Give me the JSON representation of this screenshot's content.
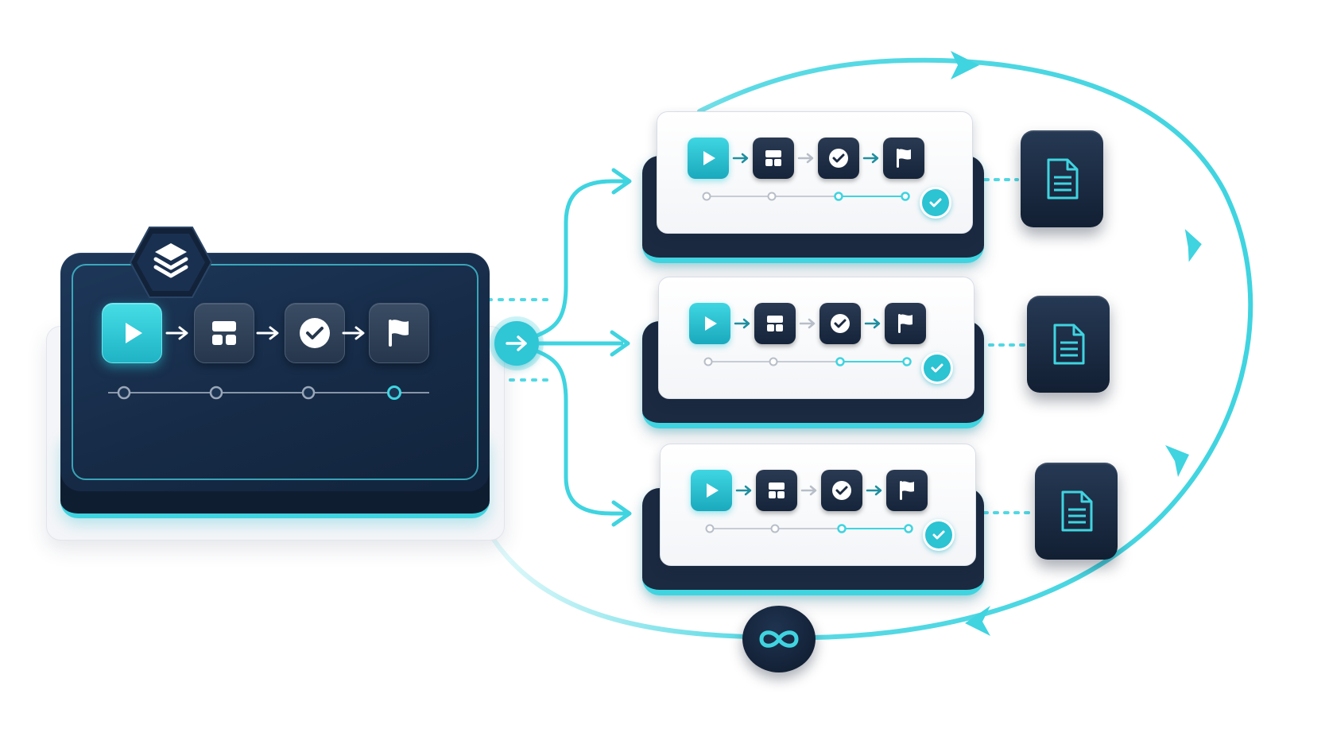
{
  "colors": {
    "accent": "#3fd4e0",
    "accent_dark": "#1aa9bd",
    "navy": "#12243d",
    "card_light": "#ffffff",
    "connector_grey": "#b8bec8"
  },
  "template": {
    "badge_icon": "stacked-layers-icon",
    "steps": [
      {
        "icon": "play-icon",
        "state": "active"
      },
      {
        "icon": "grid-icon",
        "state": "idle"
      },
      {
        "icon": "check-circle-icon",
        "state": "idle"
      },
      {
        "icon": "flag-icon",
        "state": "idle"
      }
    ],
    "progress_nodes": 4,
    "current_node": 4
  },
  "fork": {
    "icon": "arrow-right-icon",
    "branches": 3
  },
  "runs": [
    {
      "steps": [
        "play-icon",
        "grid-icon",
        "check-circle-icon",
        "flag-icon"
      ],
      "completed": true,
      "output_icon": "document-icon"
    },
    {
      "steps": [
        "play-icon",
        "grid-icon",
        "check-circle-icon",
        "flag-icon"
      ],
      "completed": true,
      "output_icon": "document-icon"
    },
    {
      "steps": [
        "play-icon",
        "grid-icon",
        "check-circle-icon",
        "flag-icon"
      ],
      "completed": true,
      "output_icon": "document-icon"
    }
  ],
  "loop": {
    "icon": "infinity-icon"
  }
}
